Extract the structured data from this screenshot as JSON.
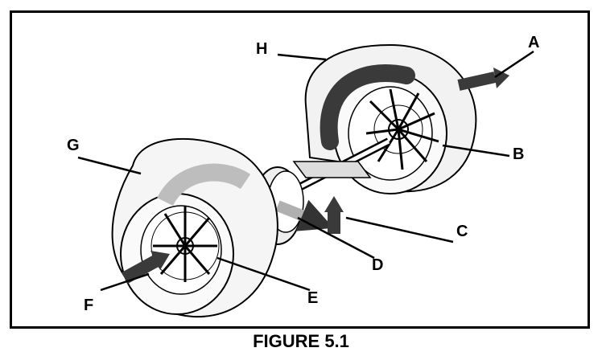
{
  "figure": {
    "caption": "FIGURE 5.1",
    "callouts": {
      "A": "A",
      "B": "B",
      "C": "C",
      "D": "D",
      "E": "E",
      "F": "F",
      "G": "G",
      "H": "H"
    }
  },
  "colors": {
    "ink": "#000000",
    "arrow_dark": "#3a3a3a",
    "arrow_light": "#b8b8b8",
    "housing_shade": "#e6e6e6"
  }
}
